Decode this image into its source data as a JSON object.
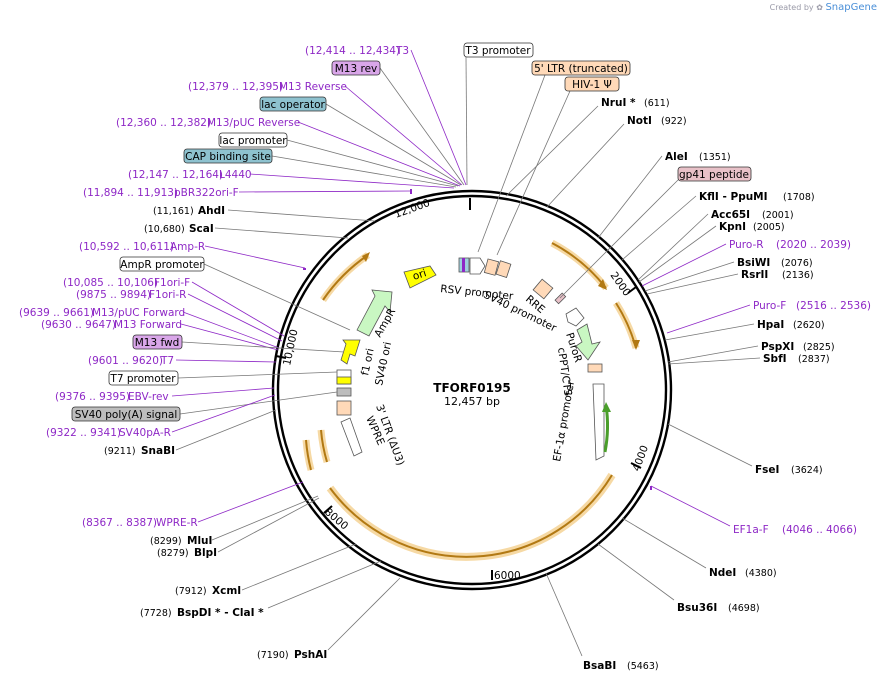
{
  "credit": {
    "prefix": "Created by",
    "brand": "SnapGene"
  },
  "plasmid": {
    "name": "TFORF0195",
    "length": "12,457 bp"
  },
  "colors": {
    "primer": "#8e28c6",
    "gene_yellow": "#ffff00",
    "gene_green": "#c9f7c2",
    "orf_orange": "#e8a23a",
    "backbone": "#000000",
    "ltr": "#ffd9b8",
    "lac_operator": "#8ec2cf",
    "m13": "#d9a6e9",
    "sv40polya": "#bdbdbd",
    "gp41": "#e8c1c8"
  },
  "ticks": [
    "2000",
    "4000",
    "6000",
    "8000",
    "10,000",
    "12,000"
  ],
  "left_labels": [
    {
      "coord": "(12,414 .. 12,434)",
      "name": "T3",
      "kind": "primer"
    },
    {
      "name": "M13 rev",
      "kind": "box",
      "fill": "#d9a6e9"
    },
    {
      "coord": "(12,379 .. 12,395)",
      "name": "M13 Reverse",
      "kind": "primer"
    },
    {
      "name": "lac operator",
      "kind": "box",
      "fill": "#8ec2cf"
    },
    {
      "coord": "(12,360 .. 12,382)",
      "name": "M13/pUC Reverse",
      "kind": "primer"
    },
    {
      "name": "lac promoter",
      "kind": "box",
      "fill": "#ffffff"
    },
    {
      "name": "CAP binding site",
      "kind": "box",
      "fill": "#8ec2cf"
    },
    {
      "coord": "(12,147 .. 12,164)",
      "name": "L4440",
      "kind": "primer"
    },
    {
      "coord": "(11,894 .. 11,913)",
      "name": "pBR322ori-F",
      "kind": "primer"
    },
    {
      "coord": "(11,161)",
      "name": "AhdI",
      "kind": "site"
    },
    {
      "coord": "(10,680)",
      "name": "ScaI",
      "kind": "site"
    },
    {
      "coord": "(10,592 .. 10,611)",
      "name": "Amp-R",
      "kind": "primer"
    },
    {
      "name": "AmpR promoter",
      "kind": "box",
      "fill": "#ffffff"
    },
    {
      "coord": "(10,085 .. 10,106)",
      "name": "F1ori-F",
      "kind": "primer"
    },
    {
      "coord": "(9875 .. 9894)",
      "name": "F1ori-R",
      "kind": "primer"
    },
    {
      "coord": "(9639 .. 9661)",
      "name": "M13/pUC Forward",
      "kind": "primer"
    },
    {
      "coord": "(9630 .. 9647)",
      "name": "M13 Forward",
      "kind": "primer"
    },
    {
      "name": "M13 fwd",
      "kind": "box",
      "fill": "#d9a6e9"
    },
    {
      "coord": "(9601 .. 9620)",
      "name": "T7",
      "kind": "primer"
    },
    {
      "name": "T7 promoter",
      "kind": "box",
      "fill": "#ffffff"
    },
    {
      "coord": "(9376 .. 9395)",
      "name": "EBV-rev",
      "kind": "primer"
    },
    {
      "name": "SV40 poly(A) signal",
      "kind": "box",
      "fill": "#bdbdbd"
    },
    {
      "coord": "(9322 .. 9341)",
      "name": "SV40pA-R",
      "kind": "primer"
    },
    {
      "coord": "(9211)",
      "name": "SnaBI",
      "kind": "site"
    },
    {
      "coord": "(8367 .. 8387)",
      "name": "WPRE-R",
      "kind": "primer"
    },
    {
      "coord": "(8299)",
      "name": "MluI",
      "kind": "site"
    },
    {
      "coord": "(8279)",
      "name": "BlpI",
      "kind": "site"
    },
    {
      "coord": "(7912)",
      "name": "XcmI",
      "kind": "site"
    },
    {
      "coord": "(7728)",
      "name": "BspDI * - ClaI *",
      "kind": "site"
    },
    {
      "coord": "(7190)",
      "name": "PshAI",
      "kind": "site"
    }
  ],
  "right_labels": [
    {
      "name": "T3 promoter",
      "kind": "box",
      "fill": "#ffffff"
    },
    {
      "name": "5' LTR (truncated)",
      "kind": "box",
      "fill": "#ffd9b8"
    },
    {
      "name": "HIV-1 Ψ",
      "kind": "box",
      "fill": "#ffd9b8"
    },
    {
      "name": "NruI *",
      "coord": "(611)",
      "kind": "site"
    },
    {
      "name": "NotI",
      "coord": "(922)",
      "kind": "site"
    },
    {
      "name": "AleI",
      "coord": "(1351)",
      "kind": "site"
    },
    {
      "name": "gp41 peptide",
      "kind": "box",
      "fill": "#e8c1c8"
    },
    {
      "name": "KflI - PpuMI",
      "coord": "(1708)",
      "kind": "site"
    },
    {
      "name": "Acc65I",
      "coord": "(2001)",
      "kind": "site"
    },
    {
      "name": "KpnI",
      "coord": "(2005)",
      "kind": "site"
    },
    {
      "name": "Puro-R",
      "coord": "(2020 .. 2039)",
      "kind": "primer"
    },
    {
      "name": "BsiWI",
      "coord": "(2076)",
      "kind": "site"
    },
    {
      "name": "RsrII",
      "coord": "(2136)",
      "kind": "site"
    },
    {
      "name": "Puro-F",
      "coord": "(2516 .. 2536)",
      "kind": "primer"
    },
    {
      "name": "HpaI",
      "coord": "(2620)",
      "kind": "site"
    },
    {
      "name": "PspXI",
      "coord": "(2825)",
      "kind": "site"
    },
    {
      "name": "SbfI",
      "coord": "(2837)",
      "kind": "site"
    },
    {
      "name": "FseI",
      "coord": "(3624)",
      "kind": "site"
    },
    {
      "name": "EF1a-F",
      "coord": "(4046 .. 4066)",
      "kind": "primer"
    },
    {
      "name": "NdeI",
      "coord": "(4380)",
      "kind": "site"
    },
    {
      "name": "Bsu36I",
      "coord": "(4698)",
      "kind": "site"
    },
    {
      "name": "BsaBI",
      "coord": "(5463)",
      "kind": "site"
    }
  ],
  "inner_labels": {
    "ori": "ori",
    "ampr": "AmpR",
    "f1ori": "f1 ori",
    "sv40ori": "SV40 ori",
    "ltr3": "3' LTR (ΔU3)",
    "wpre": "WPRE",
    "rsv": "RSV promoter",
    "rre": "RRE",
    "sv40prom": "SV40 promoter",
    "puror": "PuroR",
    "cppt": "cPPT/CTS",
    "ef1a": "EF-1α promoter"
  }
}
